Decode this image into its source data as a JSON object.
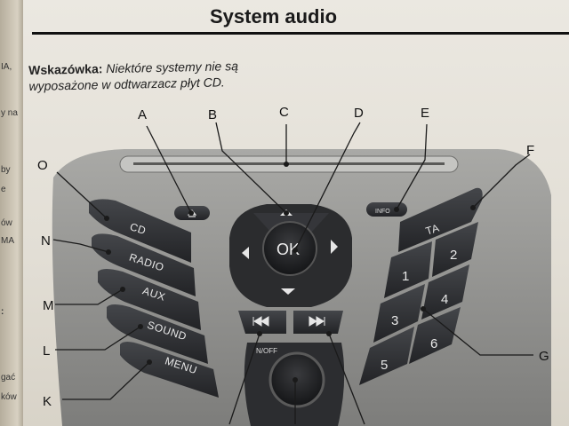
{
  "page": {
    "title": "System audio",
    "note_label": "Wskazówka:",
    "note_line1": "Niektóre systemy nie są",
    "note_line2": "wyposażone w odtwarzacz płyt CD."
  },
  "margin_fragments": [
    "IA,",
    "y na",
    "by",
    "e",
    "ów",
    "MA",
    ":",
    "gać",
    "ków"
  ],
  "callouts": [
    "A",
    "B",
    "C",
    "D",
    "E",
    "F",
    "G",
    "K",
    "L",
    "M",
    "N",
    "O"
  ],
  "left_buttons": [
    "CD",
    "RADIO",
    "AUX",
    "SOUND",
    "MENU"
  ],
  "right_buttons": {
    "ta": "TA",
    "numbers": [
      "1",
      "2",
      "3",
      "4",
      "5",
      "6"
    ]
  },
  "info_button": "INFO",
  "ok_button": "OK",
  "power_label": "N/OFF",
  "icons": {
    "eject": "eject-icon",
    "up": "arrow-up-icon",
    "down": "arrow-down-icon",
    "left": "arrow-left-icon",
    "right": "arrow-right-icon",
    "seek_back": "seek-back-icon",
    "seek_forward": "seek-forward-icon"
  },
  "colors": {
    "panel": "#8c8c8a",
    "button": "#2e2f31",
    "page": "#e6e2da"
  }
}
